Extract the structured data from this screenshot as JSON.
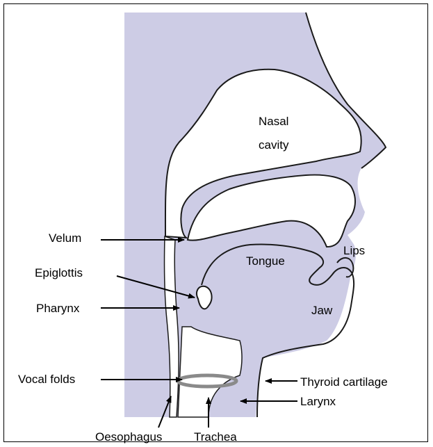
{
  "labels": {
    "nasal_cavity_line1": "Nasal",
    "nasal_cavity_line2": "cavity",
    "velum": "Velum",
    "epiglottis": "Epiglottis",
    "pharynx": "Pharynx",
    "tongue": "Tongue",
    "lips": "Lips",
    "jaw": "Jaw",
    "vocal_folds": "Vocal folds",
    "thyroid_cartilage": "Thyroid cartilage",
    "larynx": "Larynx",
    "oesophagus": "Oesophagus",
    "trachea": "Trachea"
  },
  "colors": {
    "tissue": "#cdcce5",
    "outline": "#1a1a1a",
    "vocal_folds": "#8a8a8a",
    "arrow": "#000000"
  }
}
